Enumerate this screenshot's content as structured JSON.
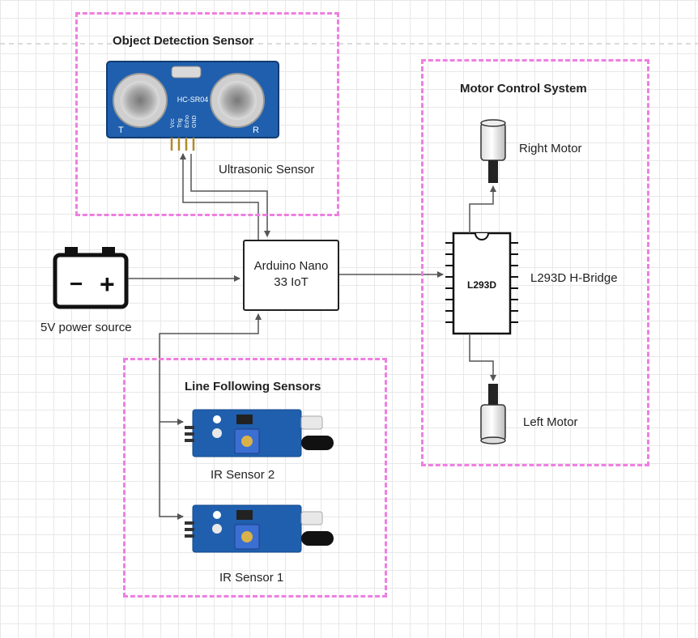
{
  "groups": {
    "object_detection": {
      "title": "Object Detection Sensor"
    },
    "line_following": {
      "title": "Line Following Sensors"
    },
    "motor_control": {
      "title": "Motor Control System"
    }
  },
  "nodes": {
    "ultrasonic": {
      "label": "Ultrasonic Sensor",
      "board_text": "HC-SR04",
      "pins": [
        "Vcc",
        "Trig",
        "Echo",
        "GND"
      ],
      "left_mark": "T",
      "right_mark": "R"
    },
    "battery": {
      "label": "5V power source",
      "minus": "−",
      "plus": "+"
    },
    "arduino": {
      "line1": "Arduino Nano",
      "line2": "33 IoT"
    },
    "hbridge": {
      "chip_text": "L293D",
      "label": "L293D H-Bridge"
    },
    "right_motor": {
      "label": "Right Motor"
    },
    "left_motor": {
      "label": "Left Motor"
    },
    "ir2": {
      "label": "IR Sensor 2"
    },
    "ir1": {
      "label": "IR Sensor 1"
    }
  },
  "colors": {
    "group_border": "#ee7fe0",
    "wire": "#555555",
    "pcb_blue": "#1f5fae",
    "pcb_dark": "#164a8a"
  }
}
